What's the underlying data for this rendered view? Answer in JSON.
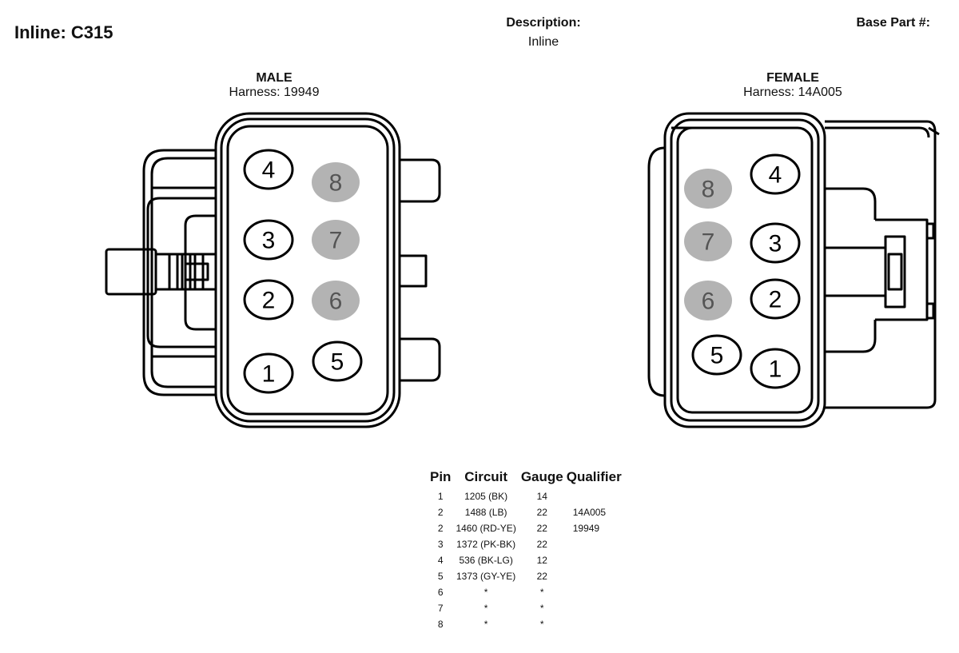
{
  "header": {
    "title": "Inline: C315",
    "description_label": "Description:",
    "description_value": "Inline",
    "base_part_label": "Base Part #:"
  },
  "male": {
    "label": "MALE",
    "harness": "Harness: 19949"
  },
  "female": {
    "label": "FEMALE",
    "harness": "Harness: 14A005"
  },
  "pin_colors": {
    "active_fill": "#ffffff",
    "unused_fill": "#b3b3b3",
    "unused_text": "#555555",
    "stroke": "#000000"
  },
  "male_pins": [
    {
      "n": "4",
      "used": true
    },
    {
      "n": "8",
      "used": false
    },
    {
      "n": "3",
      "used": true
    },
    {
      "n": "7",
      "used": false
    },
    {
      "n": "2",
      "used": true
    },
    {
      "n": "6",
      "used": false
    },
    {
      "n": "1",
      "used": true
    },
    {
      "n": "5",
      "used": true
    }
  ],
  "female_pins": [
    {
      "n": "8",
      "used": false
    },
    {
      "n": "4",
      "used": true
    },
    {
      "n": "7",
      "used": false
    },
    {
      "n": "3",
      "used": true
    },
    {
      "n": "6",
      "used": false
    },
    {
      "n": "2",
      "used": true
    },
    {
      "n": "5",
      "used": true
    },
    {
      "n": "1",
      "used": true
    }
  ],
  "table": {
    "headers": [
      "Pin",
      "Circuit",
      "Gauge",
      "Qualifier"
    ],
    "rows": [
      [
        "1",
        "1205 (BK)",
        "14",
        ""
      ],
      [
        "2",
        "1488 (LB)",
        "22",
        "14A005"
      ],
      [
        "2",
        "1460 (RD-YE)",
        "22",
        "19949"
      ],
      [
        "3",
        "1372 (PK-BK)",
        "22",
        ""
      ],
      [
        "4",
        "536 (BK-LG)",
        "12",
        ""
      ],
      [
        "5",
        "1373 (GY-YE)",
        "22",
        ""
      ],
      [
        "6",
        "*",
        "*",
        ""
      ],
      [
        "7",
        "*",
        "*",
        ""
      ],
      [
        "8",
        "*",
        "*",
        ""
      ]
    ]
  }
}
